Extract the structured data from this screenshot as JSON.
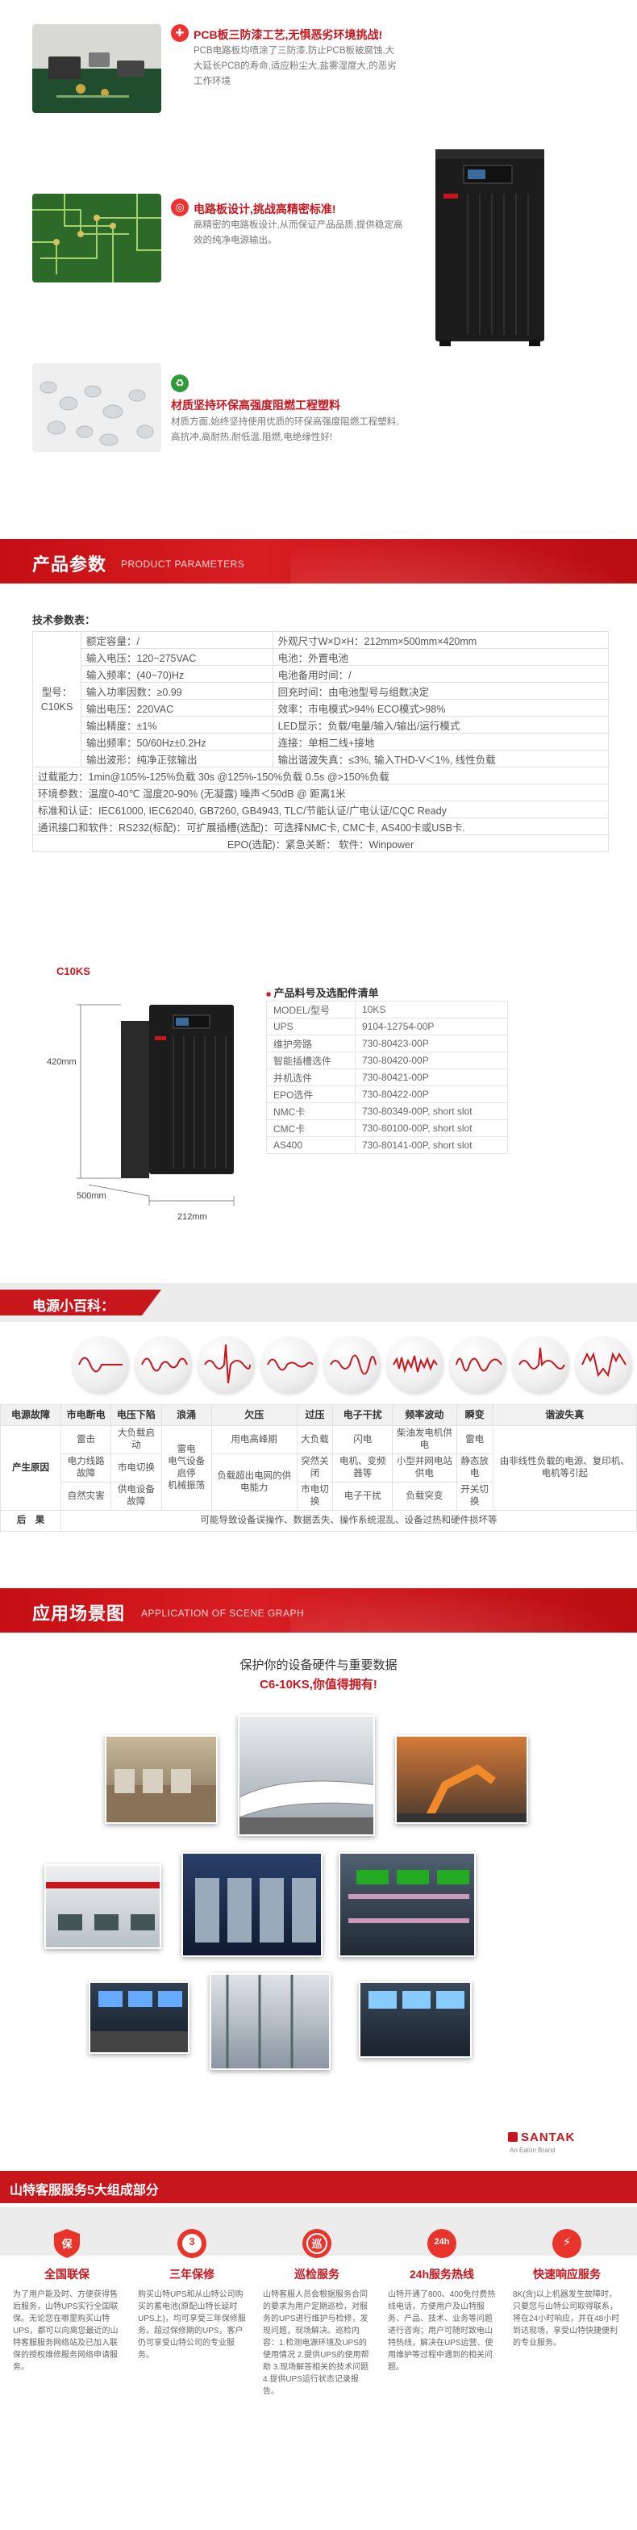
{
  "hero": {
    "features": [
      {
        "title": "PCB板三防漆工艺,无惧恶劣环境挑战!",
        "desc": "PCB电路板均喷涂了三防漆,防止PCB板被腐蚀,大大延长PCB的寿命,适应粉尘大,盐雾湿度大,的恶劣工作环境"
      },
      {
        "title": "电路板设计,挑战高精密标准!",
        "desc": "高精密的电路板设计,从而保证产品品质,提供稳定高效的纯净电源输出。"
      },
      {
        "title": "材质坚持环保高强度阻燃工程塑料",
        "desc": "材质方面,始终坚持使用优质的环保高强度阻燃工程塑料,高抗冲,高耐热,耐低温,阻燃,电绝缘性好!"
      }
    ]
  },
  "params": {
    "header_cn": "产品参数",
    "header_en": "PRODUCT PARAMETERS",
    "table_label": "技术参数表：",
    "model_label": "型号：",
    "model_value": "C10KS",
    "rows2": [
      [
        "额定容量：/",
        "外观尺寸W×D×H：212mm×500mm×420mm"
      ],
      [
        "输入电压：120~275VAC",
        "电池：外置电池"
      ],
      [
        "输入频率：(40~70)Hz",
        "电池备用时间：/"
      ],
      [
        "输入功率因数：≥0.99",
        "回充时间：由电池型号与组数决定"
      ],
      [
        "输出电压：220VAC",
        "效率：市电模式>94%    ECO模式>98%"
      ],
      [
        "输出精度：±1%",
        "LED显示：负载/电量/输入/输出/运行模式"
      ],
      [
        "输出频率：50/60Hz±0.2Hz",
        "连接：单相二线+接地"
      ],
      [
        "输出波形：纯净正弦输出",
        "输出谐波失真：≤3%, 输入THD-V＜1%, 线性负载"
      ]
    ],
    "rows1": [
      "过载能力：1min@105%-125%负载    30s @125%-150%负载    0.5s @>150%负载",
      "环境参数：温度0-40℃  湿度20-90% (无凝露)   噪声＜50dB @ 距离1米",
      "标准和认证：IEC61000, IEC62040, GB7260, GB4943, TLC/节能认证/广电认证/CQC Ready",
      "通讯接口和软件：RS232(标配)：可扩展插槽(选配)：可选择NMC卡, CMC卡, AS400卡或USB卡.",
      "EPO(选配)：紧急关断：    软件：Winpower"
    ]
  },
  "options": {
    "model_tag": "C10KS",
    "dim_height": "420mm",
    "dim_depth": "500mm",
    "dim_width": "212mm",
    "title": "产品料号及选配件清单",
    "rows": [
      [
        "MODEL/型号",
        "10KS"
      ],
      [
        "UPS",
        "9104-12754-00P"
      ],
      [
        "维护旁路",
        "730-80423-00P"
      ],
      [
        "智能插槽选件",
        "730-80420-00P"
      ],
      [
        "并机选件",
        "730-80421-00P"
      ],
      [
        "EPO选件",
        "730-80422-00P"
      ],
      [
        "NMC卡",
        "730-80349-00P, short slot"
      ],
      [
        "CMC卡",
        "730-80100-00P, short slot"
      ],
      [
        "AS400",
        "730-80141-00P, short slot"
      ]
    ]
  },
  "encyclopedia": {
    "header": "电源小百科：",
    "columns": [
      "电源故障",
      "市电断电",
      "电压下陷",
      "浪涌",
      "欠压",
      "过压",
      "电子干扰",
      "频率波动",
      "瞬变",
      "谐波失真"
    ],
    "cause_label": "产生原因",
    "causes": [
      [
        "雷击",
        "大负载启动",
        "雷电",
        "用电高峰期",
        "大负载",
        "闪电",
        "柴油发电机供电",
        "雷电",
        "由非线性负载的电源、复印机、电机等引起"
      ],
      [
        "电力线路故障",
        "市电切换",
        "电气设备启停",
        "负载超出电网的供电",
        "突然关闭",
        "电机、变频器等",
        "小型并网电站供电",
        "静态放电",
        ""
      ],
      [
        "自然灾害",
        "供电设备故障",
        "机械振荡",
        "能力",
        "市电切换",
        "电子干扰",
        "负载突变",
        "开关切换",
        ""
      ]
    ],
    "result_label": "后　果",
    "result_text": "可能导致设备误操作、数据丢失、操作系统混乱、设备过热和硬件损坏等"
  },
  "scene": {
    "header_cn": "应用场景图",
    "header_en": "APPLICATION OF SCENE GRAPH",
    "sub1": "保护你的设备硬件与重要数据",
    "sub2": "C6-10KS,你值得拥有!",
    "brand": "SANTAK",
    "brand_sub": "An Eaton Brand"
  },
  "service": {
    "title": "山特客服服务5大组成部分",
    "items": [
      {
        "badge": "保",
        "name": "全国联保",
        "text": "为了用户能及时、方便获得售后服务，山特UPS实行全国联保。无论您在哪里购买山特UPS，都可以向离您最近的山特客服服务网络站及已加入联保的授权维修服务网络申请服务。"
      },
      {
        "badge": "3",
        "name": "三年保修",
        "text": "购买山特UPS和从山特公司购买的蓄电池(原配山特长延时UPS上)，均可享受三年保修服务。超过保修期的UPS，客户仍可享受山特公司的专业服务。"
      },
      {
        "badge": "巡",
        "name": "巡检服务",
        "text": "山特客服人员会根据服务合同的要求为用户定期巡检，对服务的UPS进行维护与检修，发现问题，现场解决。巡检内容：1.检测电源环境及UPS的使用情况 2.提供UPS的使用帮助 3.现场解答相关的技术问题 4.提供UPS运行状态记录报告。"
      },
      {
        "badge": "24h",
        "name": "24h服务热线",
        "text": "山特开通了800、400免付费热线电话，方便用户及山特服务、产品、技术、业务等问题进行咨询；用户可随时致电山特热线，解决在UPS运营、使用维护等过程中遇到的相关问题。"
      },
      {
        "badge": "⚡",
        "name": "快速响应服务",
        "text": "8K(含)以上机器发生故障时，只要您与山特公司取得联系，将在24小时响应，并在48小时到达现场，享受山特快捷便利的专业服务。"
      }
    ]
  }
}
